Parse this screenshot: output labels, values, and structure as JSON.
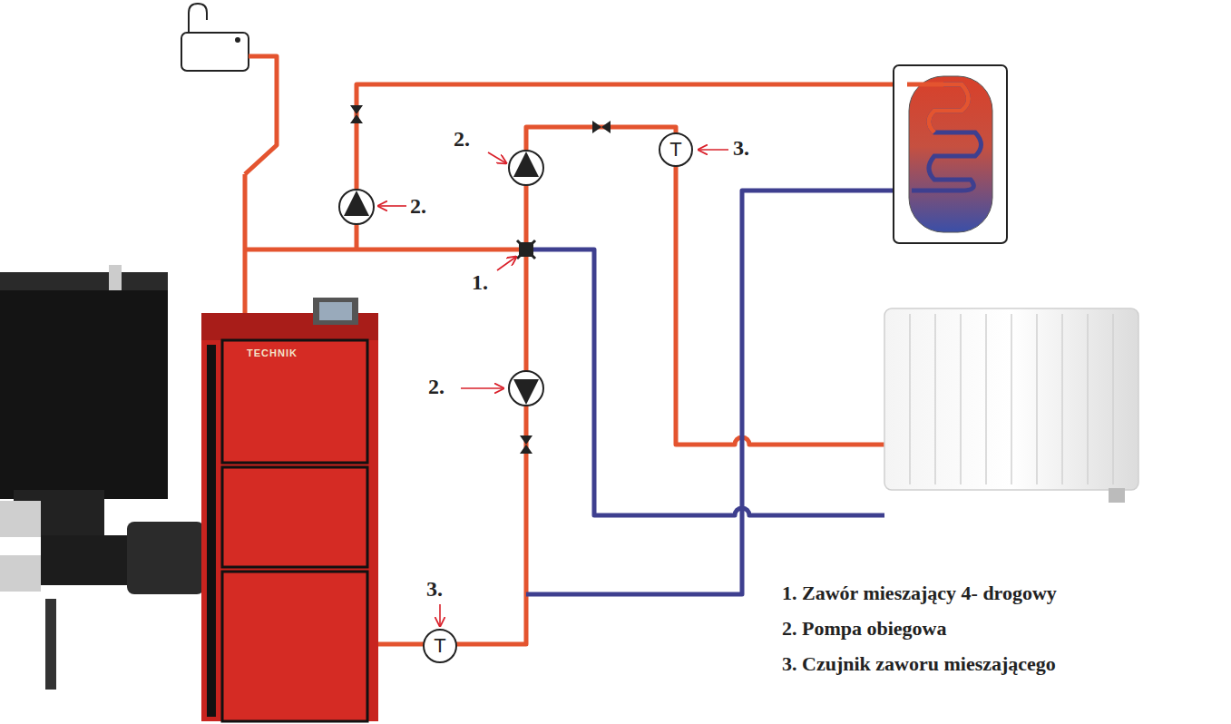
{
  "diagram": {
    "nodes": [
      {
        "text": [
          "T"
        ]
      },
      {
        "text": [
          "T"
        ]
      }
    ],
    "labels": [
      "2.",
      "2.",
      "3.",
      "1.",
      "2.",
      "3.",
      "1. Zawór mieszający 4- drogowy",
      "2. Pompa obiegowa",
      "3. Czujnik zaworu mieszającego",
      "TECHNIK"
    ]
  }
}
